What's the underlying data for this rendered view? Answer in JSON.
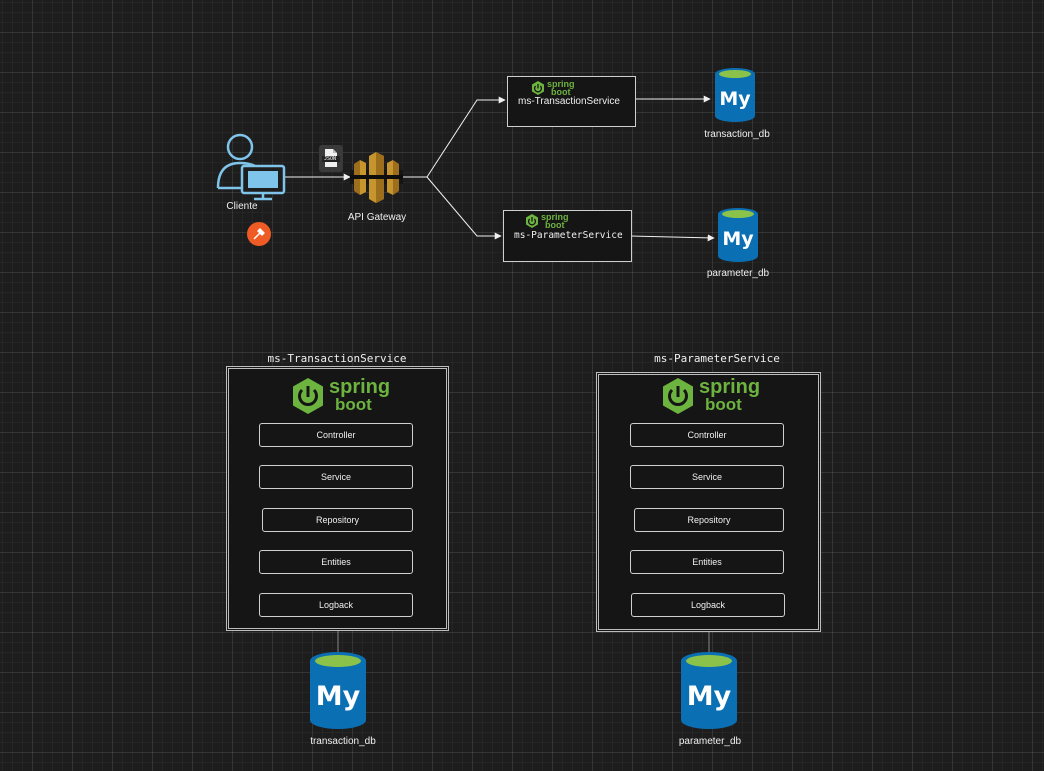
{
  "overview": {
    "client_label": "Cliente",
    "gateway_label": "API Gateway",
    "json_badge": "JSON",
    "transaction_service": {
      "name": "ms-TransactionService",
      "spring_word": "spring",
      "boot_word": "boot"
    },
    "parameter_service": {
      "name": "ms-ParameterService",
      "spring_word": "spring",
      "boot_word": "boot"
    },
    "transaction_db_label": "transaction_db",
    "parameter_db_label": "parameter_db",
    "db_logo_text": "My"
  },
  "detail_transaction": {
    "title": "ms-TransactionService",
    "spring_word": "spring",
    "boot_word": "boot",
    "layers": [
      "Controller",
      "Service",
      "Repository",
      "Entities",
      "Logback"
    ],
    "db_label": "transaction_db"
  },
  "detail_parameter": {
    "title": "ms-ParameterService",
    "spring_word": "spring",
    "boot_word": "boot",
    "layers": [
      "Controller",
      "Service",
      "Repository",
      "Entities",
      "Logback"
    ],
    "db_label": "parameter_db"
  },
  "colors": {
    "spring_green": "#6db33f",
    "mysql_blue": "#0b6fb3",
    "mysql_top": "#8bc34a",
    "gateway_gold": "#c7952d",
    "postman_orange": "#ef5b25",
    "user_icon_blue": "#7fc4ea"
  }
}
